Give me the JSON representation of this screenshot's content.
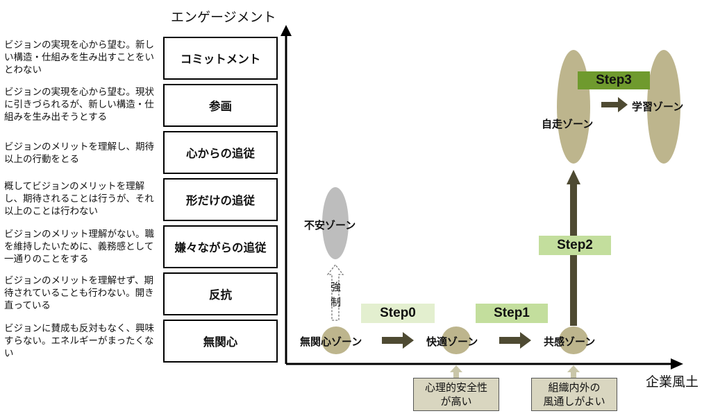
{
  "y_axis_title": "エンゲージメント",
  "x_axis_title": "企業風土",
  "levels": [
    {
      "label": "コミットメント",
      "desc": "ビジョンの実現を心から望む。新しい構造・仕組みを生み出すことをいとわない"
    },
    {
      "label": "参画",
      "desc": "ビジョンの実現を心から望む。現状に引きづられるが、新しい構造・仕組みを生み出そうとする"
    },
    {
      "label": "心からの追従",
      "desc": "ビジョンのメリットを理解し、期待以上の行動をとる"
    },
    {
      "label": "形だけの追従",
      "desc": "概してビジョンのメリットを理解し、期待されることは行うが、それ以上のことは行わない"
    },
    {
      "label": "嫌々ながらの追従",
      "desc": "ビジョンのメリット理解がない。職を維持したいために、義務感として一通りのことをする"
    },
    {
      "label": "反抗",
      "desc": "ビジョンのメリットを理解せず、期待されていることも行わない。開き直っている"
    },
    {
      "label": "無関心",
      "desc": "ビジョンに賛成も反対もなく、興味すらない。エネルギーがまったくない"
    }
  ],
  "zones": {
    "mukanshin": "無関心ゾーン",
    "kaiteki": "快適ゾーン",
    "kyokan": "共感ゾーン",
    "fuan": "不安ゾーン",
    "jiso": "自走ゾーン",
    "gakushu": "学習ゾーン"
  },
  "steps": {
    "step0": "Step0",
    "step1": "Step1",
    "step2": "Step2",
    "step3": "Step3"
  },
  "force_label": [
    "強",
    "制"
  ],
  "conditions": {
    "safety": [
      "心理的安全性",
      "が高い"
    ],
    "openness": [
      "組織内外の",
      "風通しがよい"
    ]
  },
  "colors": {
    "ellipse": "#bdb58d",
    "fuan_ellipse": "#bdbdbd",
    "arrow": "#4e4a32",
    "step_light": "#e3efcf",
    "step_mid": "#c3de9d",
    "step_dark": "#6f9a2e",
    "condition_box": "#d9d6c0",
    "condition_arrow": "#c9c6a8"
  }
}
